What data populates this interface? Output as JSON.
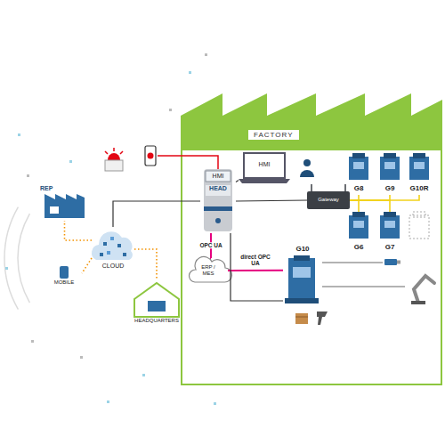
{
  "diagram": {
    "nodes": [
      {
        "text": [
          "FACTORY"
        ]
      },
      {
        "text": [
          "HMI",
          "HEAD"
        ],
        "in": 0
      },
      {
        "text": [
          "HMI"
        ],
        "in": 0
      },
      {
        "text": [
          "Gateway"
        ],
        "in": 0
      },
      {
        "text": [
          "G8"
        ],
        "in": 0
      },
      {
        "text": [
          "G9"
        ],
        "in": 0
      },
      {
        "text": [
          "G10R"
        ],
        "in": 0
      },
      {
        "text": [
          "G6"
        ],
        "in": 0
      },
      {
        "text": [
          "G7"
        ],
        "in": 0
      },
      {
        "text": [
          "G10"
        ],
        "in": 0
      },
      {
        "text": [
          "ERP / MES"
        ],
        "in": 0
      },
      {
        "text": [
          "CLOUD"
        ]
      },
      {
        "text": [
          "REP"
        ]
      },
      {
        "text": [
          "MOBILE"
        ]
      },
      {
        "text": [
          "HEADQUARTERS"
        ]
      }
    ],
    "edges": [
      {
        "from": 1,
        "to": 11,
        "arrow": "none"
      },
      {
        "from": 1,
        "to": 2,
        "arrow": "none"
      },
      {
        "from": 1,
        "to": 3,
        "arrow": "none"
      },
      {
        "from": 3,
        "to": 4,
        "arrow": "none"
      },
      {
        "from": 3,
        "to": 5,
        "arrow": "none"
      },
      {
        "from": 3,
        "to": 6,
        "arrow": "none"
      },
      {
        "from": 3,
        "to": 7,
        "arrow": "none"
      },
      {
        "from": 3,
        "to": 8,
        "arrow": "none"
      },
      {
        "from": 1,
        "to": 10,
        "label": "OPC UA",
        "arrow": "none"
      },
      {
        "from": 10,
        "to": 9,
        "label": "direct OPC UA",
        "arrow": "none"
      },
      {
        "from": 1,
        "to": 9,
        "arrow": "none"
      },
      {
        "from": 11,
        "to": 12,
        "arrow": "none"
      },
      {
        "from": 11,
        "to": 13,
        "arrow": "none"
      },
      {
        "from": 11,
        "to": 14,
        "arrow": "none"
      }
    ]
  }
}
